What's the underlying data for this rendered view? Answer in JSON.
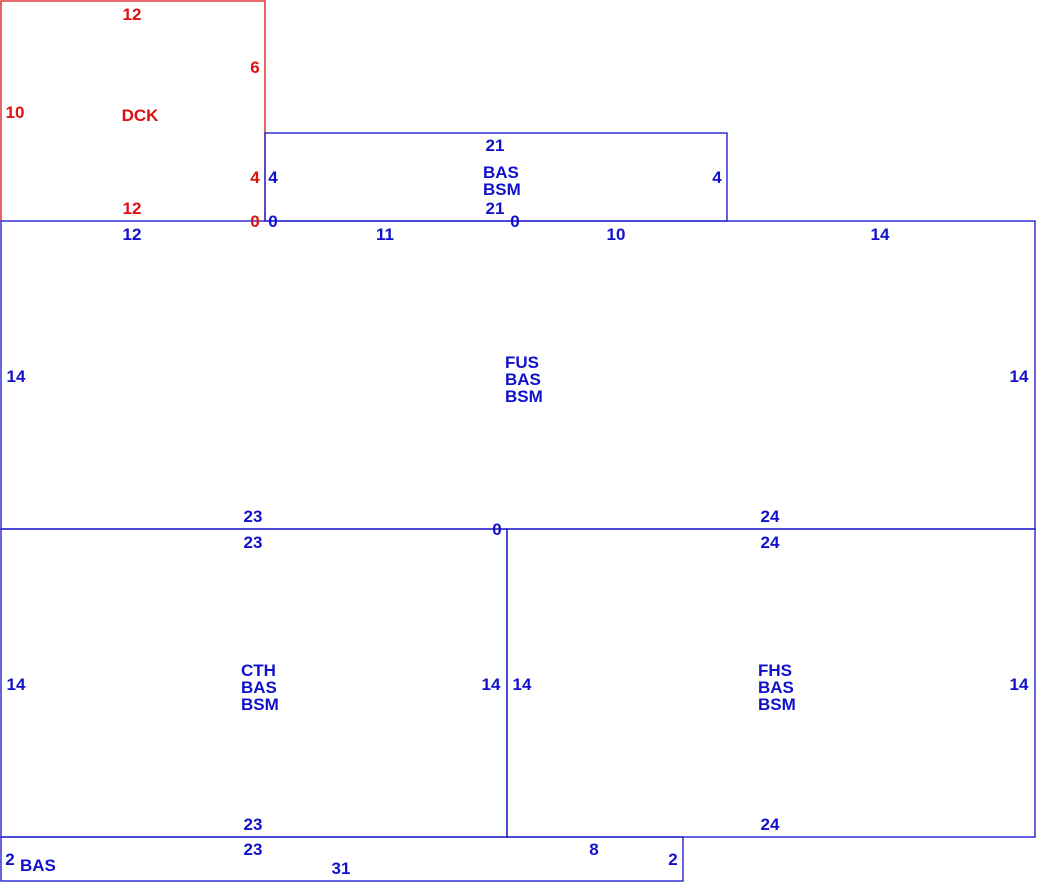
{
  "colors": {
    "blue": "#1111cc",
    "red": "#dd1111"
  },
  "dck": {
    "name": "DCK",
    "dims": {
      "top": "12",
      "right_upper": "6",
      "left": "10",
      "right_lower": "4",
      "bottom": "12",
      "corner": "0"
    }
  },
  "upper_addition": {
    "codes": [
      "BAS",
      "BSM"
    ],
    "dims": {
      "top": "21",
      "left": "4",
      "right": "4",
      "bottom": "21",
      "corner_left": "0",
      "corner_mid": "0"
    }
  },
  "fus": {
    "codes": [
      "FUS",
      "BAS",
      "BSM"
    ],
    "dims": {
      "top_1": "12",
      "top_2": "11",
      "top_3": "10",
      "top_4": "14",
      "left": "14",
      "right": "14",
      "bottom_left": "23",
      "bottom_right": "24",
      "corner_mid": "0"
    }
  },
  "cth": {
    "codes": [
      "CTH",
      "BAS",
      "BSM"
    ],
    "dims": {
      "top": "23",
      "left": "14",
      "right": "14",
      "bottom": "23"
    }
  },
  "fhs": {
    "codes": [
      "FHS",
      "BAS",
      "BSM"
    ],
    "dims": {
      "top": "24",
      "left": "14",
      "right": "14",
      "bottom": "24"
    }
  },
  "bas_strip": {
    "code": "BAS",
    "dims": {
      "left": "2",
      "top": "23",
      "bottom": "31",
      "top_right": "8",
      "right": "2"
    }
  }
}
